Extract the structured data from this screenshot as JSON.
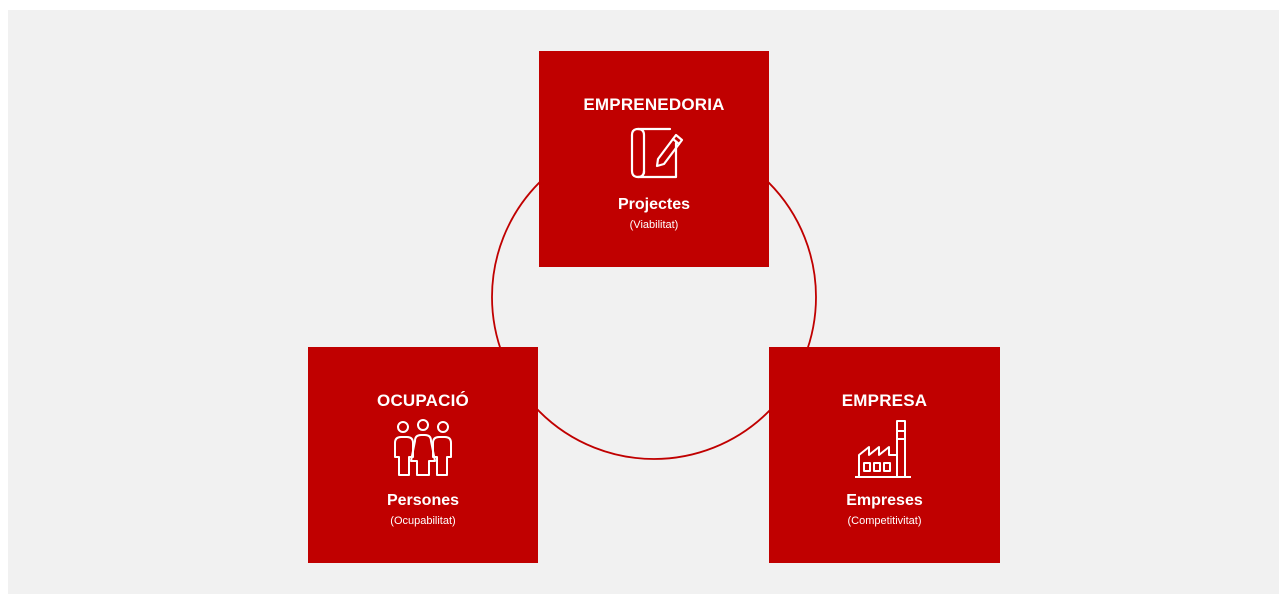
{
  "colors": {
    "background": "#f1f1f1",
    "box": "#c00000",
    "ring": "#c00000",
    "text": "#ffffff"
  },
  "nodes": {
    "top": {
      "title": "EMPRENEDORIA",
      "icon": "blueprint-pencil-icon",
      "subtitle": "Projectes",
      "caption": "(Viabilitat)"
    },
    "left": {
      "title": "OCUPACIÓ",
      "icon": "people-group-icon",
      "subtitle": "Persones",
      "caption": "(Ocupabilitat)"
    },
    "right": {
      "title": "EMPRESA",
      "icon": "factory-icon",
      "subtitle": "Empreses",
      "caption": "(Competitivitat)"
    }
  }
}
